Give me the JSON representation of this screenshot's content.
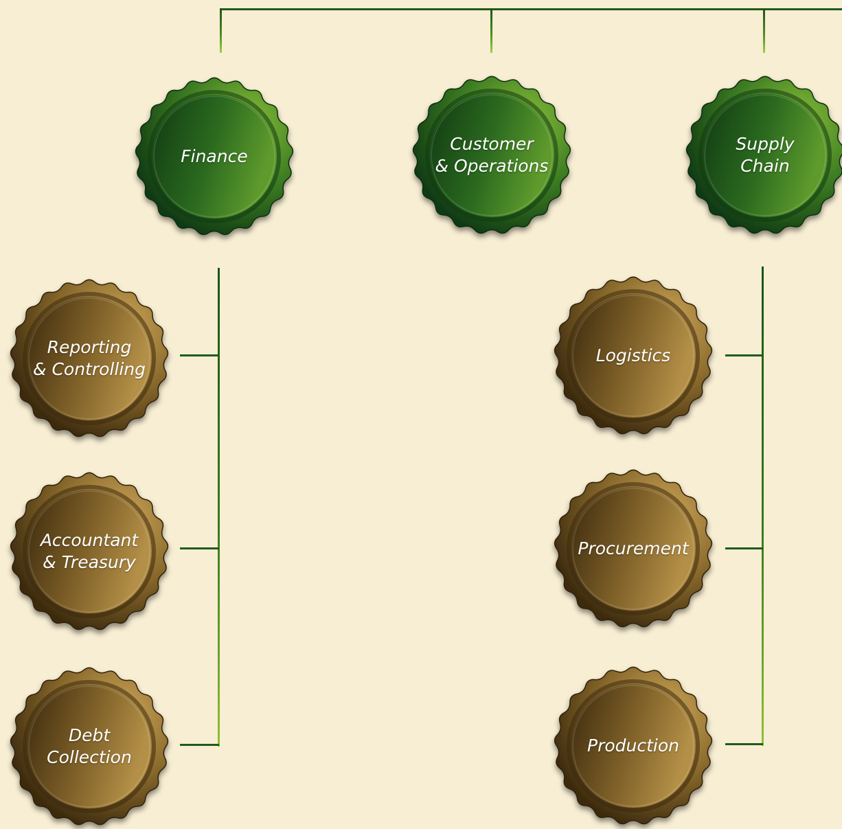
{
  "departments": [
    {
      "key": "finance",
      "label": "Finance"
    },
    {
      "key": "customer-operations",
      "label": "Customer\n& Operations"
    },
    {
      "key": "supply-chain",
      "label": "Supply\nChain"
    }
  ],
  "finance_units": [
    {
      "key": "reporting-controlling",
      "label": "Reporting\n& Controlling"
    },
    {
      "key": "accountant-treasury",
      "label": "Accountant\n& Treasury"
    },
    {
      "key": "debt-collection",
      "label": "Debt\nCollection"
    }
  ],
  "supply_chain_units": [
    {
      "key": "logistics",
      "label": "Logistics"
    },
    {
      "key": "procurement",
      "label": "Procurement"
    },
    {
      "key": "production",
      "label": "Production"
    }
  ],
  "colors": {
    "background": "#f8eed3",
    "connector": "#1f5a1c",
    "department_cap": "#2f6e1e",
    "unit_cap": "#8a6a2c",
    "label_text": "#ffffff"
  }
}
